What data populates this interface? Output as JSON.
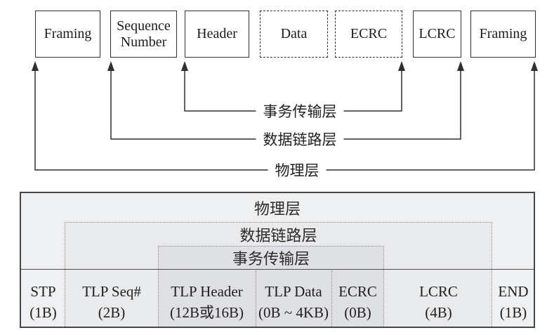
{
  "diagram": {
    "boxes": [
      {
        "label": "Framing",
        "style": "solid"
      },
      {
        "label": "Sequence Number",
        "style": "solid"
      },
      {
        "label": "Header",
        "style": "solid"
      },
      {
        "label": "Data",
        "style": "dashed"
      },
      {
        "label": "ECRC",
        "style": "dashed"
      },
      {
        "label": "LCRC",
        "style": "solid"
      },
      {
        "label": "Framing",
        "style": "solid"
      }
    ],
    "layer_labels": {
      "transaction": "事务传输层",
      "data_link": "数据链路层",
      "physical": "物理层"
    }
  },
  "table": {
    "layers": {
      "physical": "物理层",
      "data_link": "数据链路层",
      "transaction": "事务传输层"
    },
    "cells": [
      {
        "name": "STP",
        "size": "(1B)"
      },
      {
        "name": "TLP Seq#",
        "size": "(2B)"
      },
      {
        "name": "TLP Header",
        "size": "(12B或16B)"
      },
      {
        "name": "TLP Data",
        "size": "(0B ~ 4KB)"
      },
      {
        "name": "ECRC",
        "size": "(0B)"
      },
      {
        "name": "LCRC",
        "size": "(4B)"
      },
      {
        "name": "END",
        "size": "(1B)"
      }
    ]
  },
  "colors": {
    "line": "#2f2f2f",
    "table_border": "#454545",
    "table_bg": "#eff0f1",
    "datalink_bg": "#e8eaec",
    "transaction_bg": "#dee0e3",
    "dotted_line": "#8a8a8a",
    "text": "#1c1c1c",
    "background": "#ffffff"
  }
}
